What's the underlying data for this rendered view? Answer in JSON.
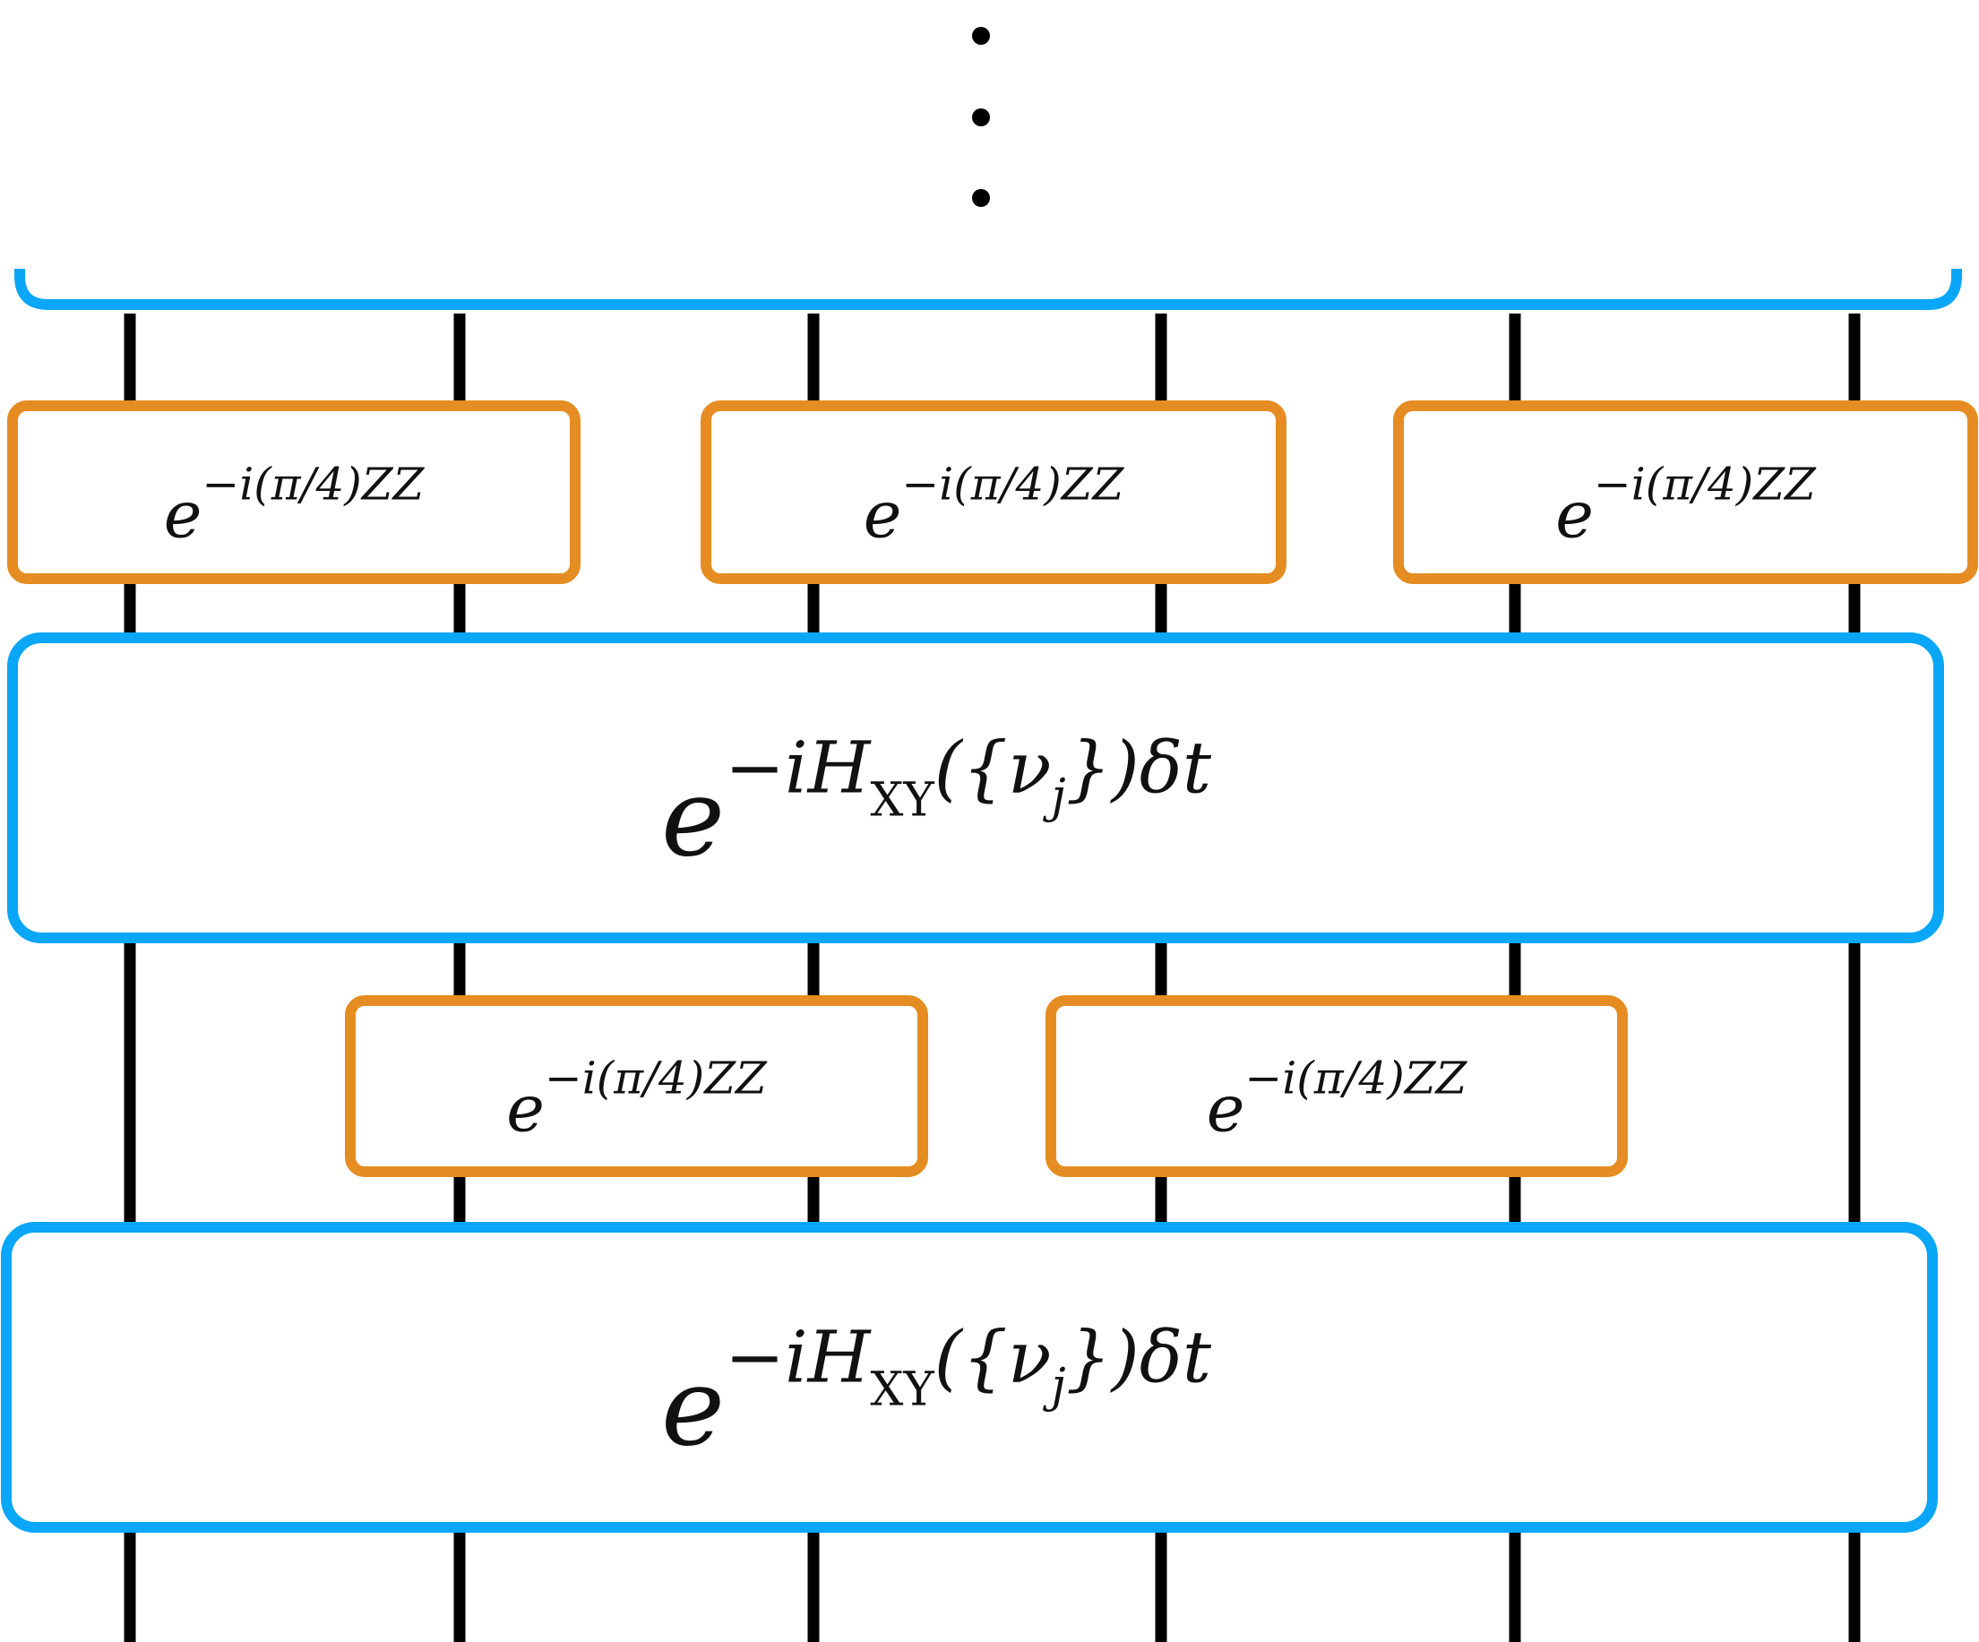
{
  "colors": {
    "wire": "#000000",
    "xy_gate_stroke": "#0aa6f7",
    "zz_gate_stroke": "#e58d22",
    "gate_fill": "#ffffff",
    "ellipsis_dots": "#000000"
  },
  "wires": {
    "count": 6
  },
  "top_block": {
    "ellipsis": "⋮"
  },
  "zz_gate": {
    "base": "e",
    "exponent": "−i(π/4)ZZ"
  },
  "xy_gate": {
    "base": "e",
    "exponent_prefix": "−iH",
    "exponent_subscript": "XY",
    "exponent_arg_open": "({ν",
    "exponent_arg_subscript": "j",
    "exponent_suffix": "})δt"
  },
  "layers": [
    {
      "name": "zz-layer-odd",
      "gate": "zz",
      "pairs": [
        [
          1,
          2
        ],
        [
          3,
          4
        ],
        [
          5,
          6
        ]
      ]
    },
    {
      "name": "xy-layer-1",
      "gate": "xy"
    },
    {
      "name": "zz-layer-even",
      "gate": "zz",
      "pairs": [
        [
          2,
          3
        ],
        [
          4,
          5
        ]
      ]
    },
    {
      "name": "xy-layer-2",
      "gate": "xy"
    }
  ]
}
